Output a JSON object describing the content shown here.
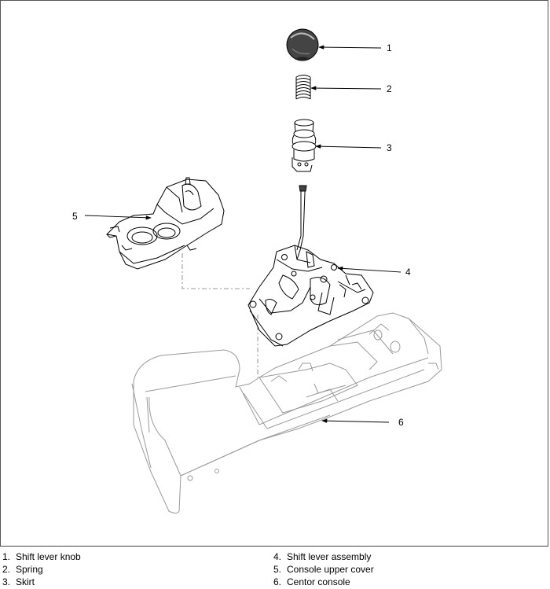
{
  "callouts": [
    "1",
    "2",
    "3",
    "4",
    "5",
    "6"
  ],
  "legend": [
    {
      "num": "1.",
      "label": "Shift lever knob"
    },
    {
      "num": "2.",
      "label": "Spring"
    },
    {
      "num": "3.",
      "label": "Skirt"
    },
    {
      "num": "4.",
      "label": "Shift lever assembly"
    },
    {
      "num": "5.",
      "label": "Console upper cover"
    },
    {
      "num": "6.",
      "label": "Centor console"
    }
  ]
}
